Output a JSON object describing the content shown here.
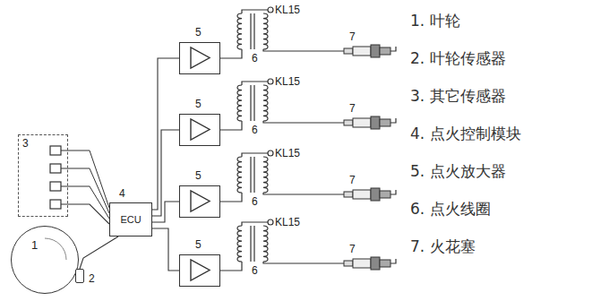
{
  "diagram": {
    "nodes": [
      {
        "text": [
          "3"
        ]
      },
      {
        "text": [
          "1"
        ]
      },
      {
        "text": [
          "2"
        ]
      },
      {
        "text": [
          "4",
          "ECU"
        ]
      },
      {
        "text": [
          "5"
        ]
      },
      {
        "text": [
          "5"
        ]
      },
      {
        "text": [
          "5"
        ]
      },
      {
        "text": [
          "5"
        ]
      }
    ],
    "edges": [
      {
        "from": 0,
        "to": 3,
        "arrow": "none"
      },
      {
        "from": 2,
        "to": 3,
        "arrow": "none"
      },
      {
        "from": 3,
        "to": 4,
        "arrow": "none"
      },
      {
        "from": 3,
        "to": 5,
        "arrow": "none"
      },
      {
        "from": 3,
        "to": 6,
        "arrow": "none"
      },
      {
        "from": 3,
        "to": 7,
        "arrow": "none"
      }
    ],
    "labels": [
      "KL15",
      "6",
      "7",
      "KL15",
      "6",
      "7",
      "KL15",
      "6",
      "7",
      "KL15",
      "6",
      "7",
      "1. 叶轮",
      "2. 叶轮传感器",
      "3. 其它传感器",
      "4. 点火控制模块",
      "5. 点火放大器",
      "6. 点火线圈",
      "7. 火花塞"
    ]
  }
}
